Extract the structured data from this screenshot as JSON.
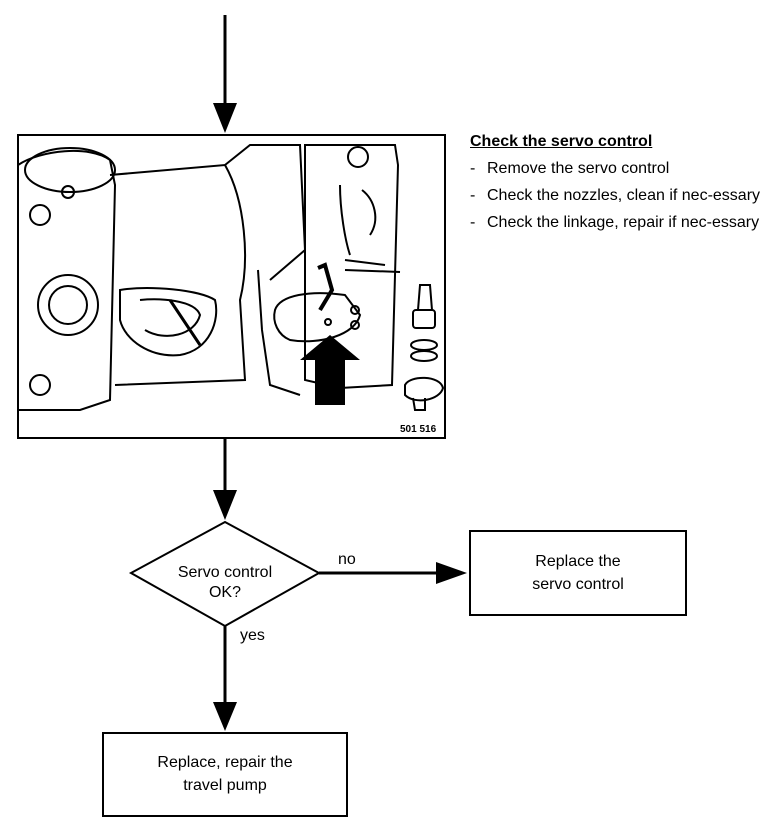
{
  "instructions": {
    "title": "Check the servo control",
    "steps": [
      "Remove the servo control",
      "Check the nozzles, clean if nec-essary",
      "Check the linkage, repair if nec-essary"
    ]
  },
  "figure": {
    "code": "501 516"
  },
  "decision": {
    "line1": "Servo control",
    "line2": "OK?",
    "no_label": "no",
    "yes_label": "yes"
  },
  "box_no": {
    "line1": "Replace the",
    "line2": "servo control"
  },
  "box_yes": {
    "line1": "Replace, repair the",
    "line2": "travel pump"
  }
}
